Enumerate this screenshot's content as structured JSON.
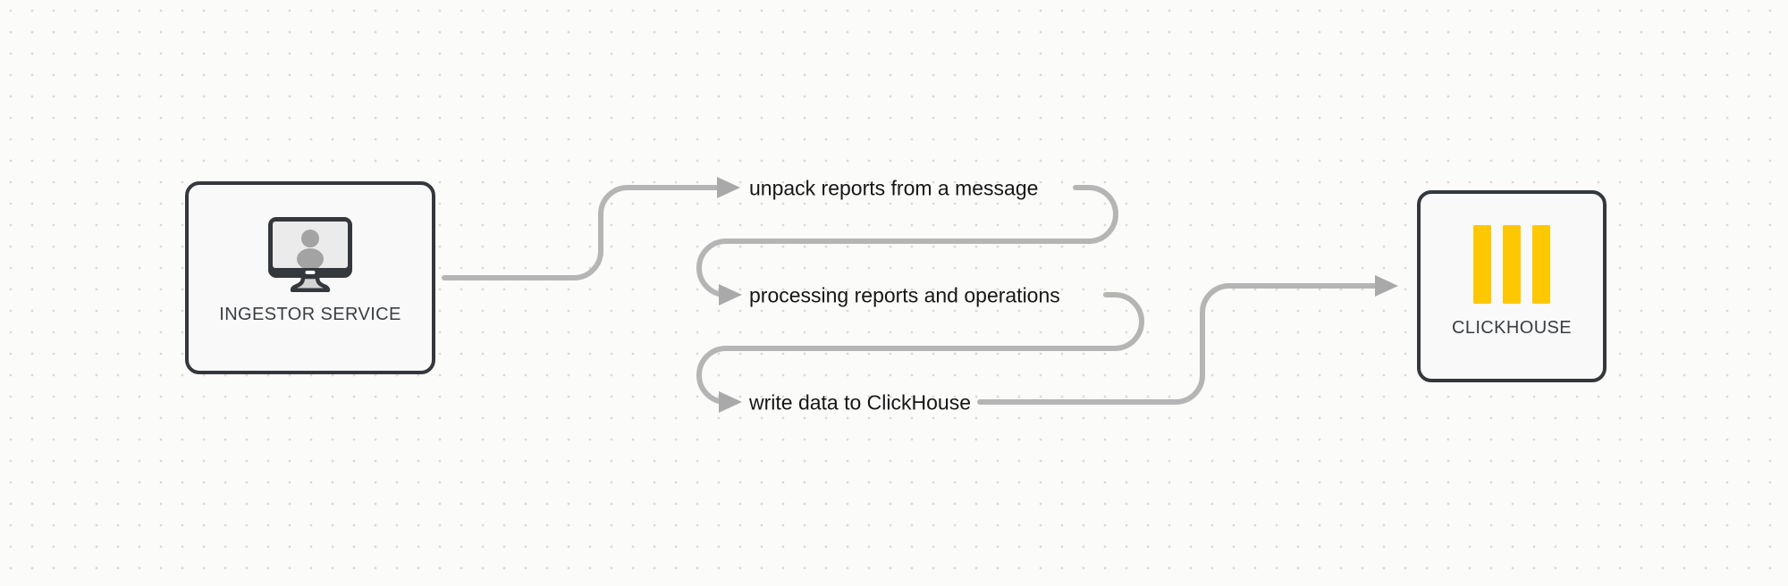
{
  "diagram": {
    "nodes": {
      "ingestor": {
        "label": "INGESTOR SERVICE",
        "icon": "monitor-user-icon"
      },
      "clickhouse": {
        "label": "CLICKHOUSE",
        "icon": "clickhouse-logo-icon"
      }
    },
    "steps": [
      {
        "label": "unpack reports from a message"
      },
      {
        "label": "processing reports and operations"
      },
      {
        "label": "write data to ClickHouse"
      }
    ],
    "colors": {
      "background": "#fbfbfa",
      "grid_dot": "#d9d9d7",
      "connector": "#b5b5b5",
      "arrowhead": "#a9a9a9",
      "node_border": "#34373c",
      "node_fill": "#f8f9f8",
      "node_label_text": "#3a3d42",
      "step_label_text": "#161616",
      "clickhouse_yellow": "#fdc800",
      "monitor_screen": "#ebebeb",
      "monitor_silhouette": "#a3a3a3"
    }
  }
}
